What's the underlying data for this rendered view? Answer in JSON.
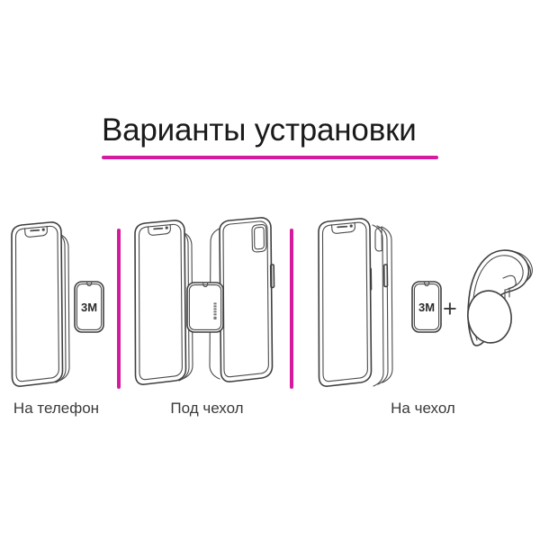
{
  "page": {
    "background_color": "#ffffff",
    "accent_color": "#d51a9e",
    "line_color": "#3f3f3f",
    "text_color": "#1a1a1a"
  },
  "header": {
    "title": "Варианты устрановки",
    "underline_color": "#d51a9e"
  },
  "panels": [
    {
      "id": "on-phone",
      "label": "На телефон",
      "plate_label": "3M",
      "has_plus": false,
      "items": [
        "phone-front",
        "adhesive-plate-3m"
      ]
    },
    {
      "id": "under-case",
      "label": "Под чехол",
      "plate_label": "",
      "has_plus": false,
      "items": [
        "phone-front",
        "metal-plate",
        "phone-back"
      ]
    },
    {
      "id": "on-case",
      "label": "На чехол",
      "plate_label": "3M",
      "plus_label": "+",
      "has_plus": true,
      "items": [
        "phone-with-case",
        "adhesive-plate-3m",
        "plus-sign",
        "car-vent-mount"
      ]
    }
  ],
  "dividers": [
    {
      "id": "divider-1",
      "color": "#d51a9e"
    },
    {
      "id": "divider-2",
      "color": "#d51a9e"
    }
  ]
}
